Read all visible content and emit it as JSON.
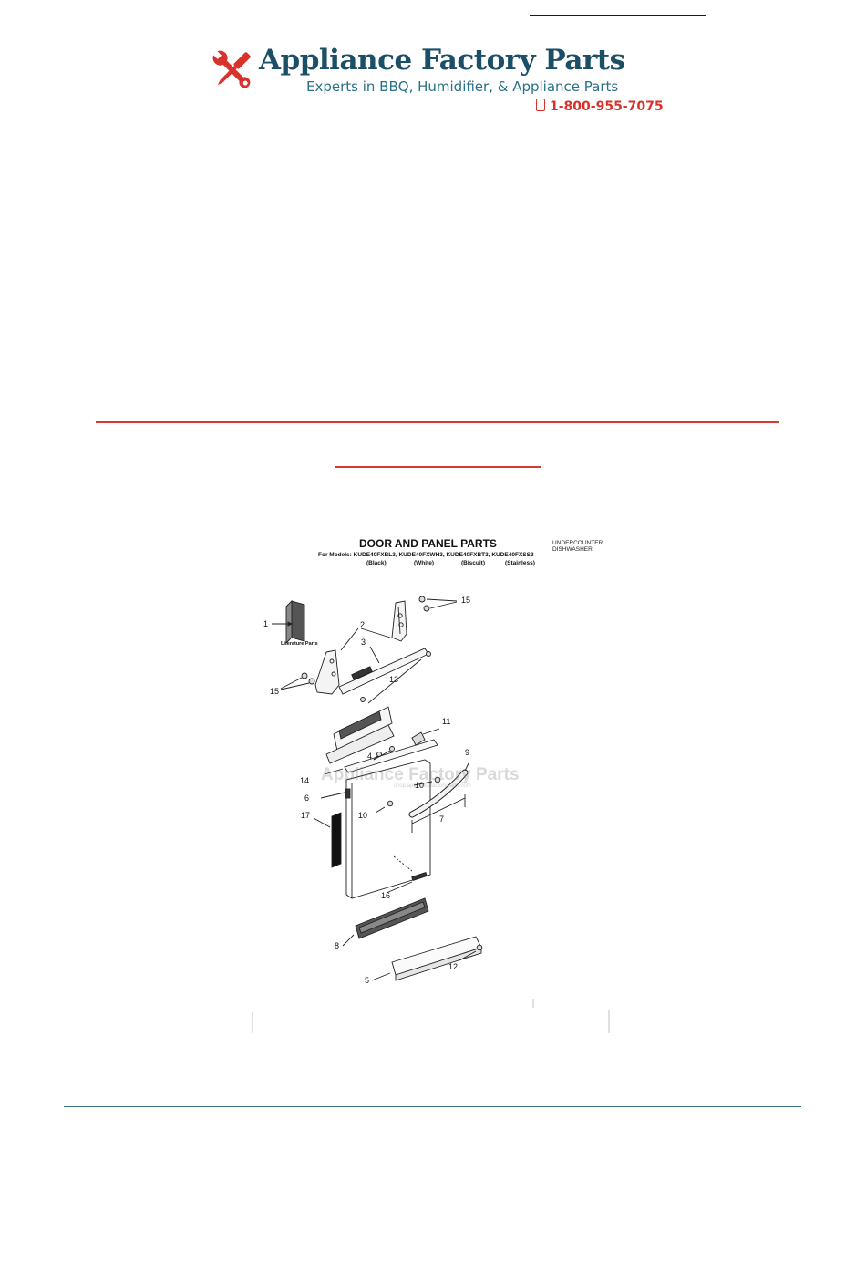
{
  "header": {
    "brand_name": "Appliance Factory Parts",
    "tagline": "Experts in BBQ, Humidifier, & Appliance Parts",
    "phone": "1-800-955-7075",
    "colors": {
      "brand_blue": "#1b4f66",
      "tag_blue": "#2a7089",
      "accent_red": "#d8322b"
    },
    "icons": {
      "logo": "wrench-screwdriver-icon",
      "phone": "mobile-phone-icon"
    }
  },
  "diagram": {
    "title": "DOOR AND PANEL PARTS",
    "models_line": "For Models: KUDE40FXBL3, KUDE40FXWH3, KUDE40FXBT3, KUDE40FXSS3",
    "colors": [
      "(Black)",
      "(White)",
      "(Biscuit)",
      "(Stainless)"
    ],
    "appliance_type": "UNDERCOUNTER DISHWASHER",
    "literature_label": "Literature Parts",
    "watermark": "Appliance Factory Parts",
    "watermark_url": "shop.appliancefactoryparts.com",
    "callouts": {
      "c1": "1",
      "c2": "2",
      "c3": "3",
      "c4": "4",
      "c5": "5",
      "c6": "6",
      "c7": "7",
      "c8": "8",
      "c9": "9",
      "c10a": "10",
      "c10b": "10",
      "c11": "11",
      "c12": "12",
      "c13": "13",
      "c14": "14",
      "c15a": "15",
      "c15b": "15",
      "c16": "16",
      "c17": "17"
    }
  }
}
